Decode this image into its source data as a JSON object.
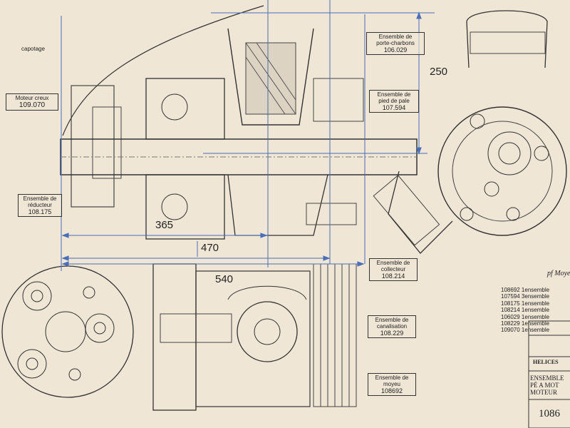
{
  "labels": {
    "capotage": "capotage",
    "moteur_creux": {
      "name": "Moteur creux",
      "ref": "109.070"
    },
    "reducteur": {
      "line1": "Ensemble de",
      "line2": "réducteur",
      "ref": "108.175"
    },
    "porte_charbons": {
      "line1": "Ensemble de",
      "line2": "porte-charbons",
      "ref": "106.029"
    },
    "pied_de_pale": {
      "line1": "Ensemble de",
      "line2": "pied de pale",
      "ref": "107.594"
    },
    "collecteur": {
      "line1": "Ensemble de",
      "line2": "collecteur",
      "ref": "108.214"
    },
    "canalisation": {
      "line1": "Ensemble de",
      "line2": "canalisation",
      "ref": "108.229"
    },
    "moyeu": {
      "line1": "Ensemble de",
      "line2": "moyeu",
      "ref": "108692"
    },
    "moyeu_fragment": "pf Moye"
  },
  "dimensions": {
    "d250": "250",
    "d365": "365",
    "d470": "470",
    "d540": "540"
  },
  "parts": [
    "108692  1ensemble",
    "107594  3ensemble",
    "108175  1ensemble",
    "108214  1ensemble",
    "106029  1ensemble",
    "108229  1ensemble",
    "109070  1ensemble"
  ],
  "title_block": {
    "company": "HELICES",
    "line1": "ENSEMBLE",
    "line2": "PÉ A MOT",
    "line3": "MOTEUR",
    "number": "1086"
  }
}
